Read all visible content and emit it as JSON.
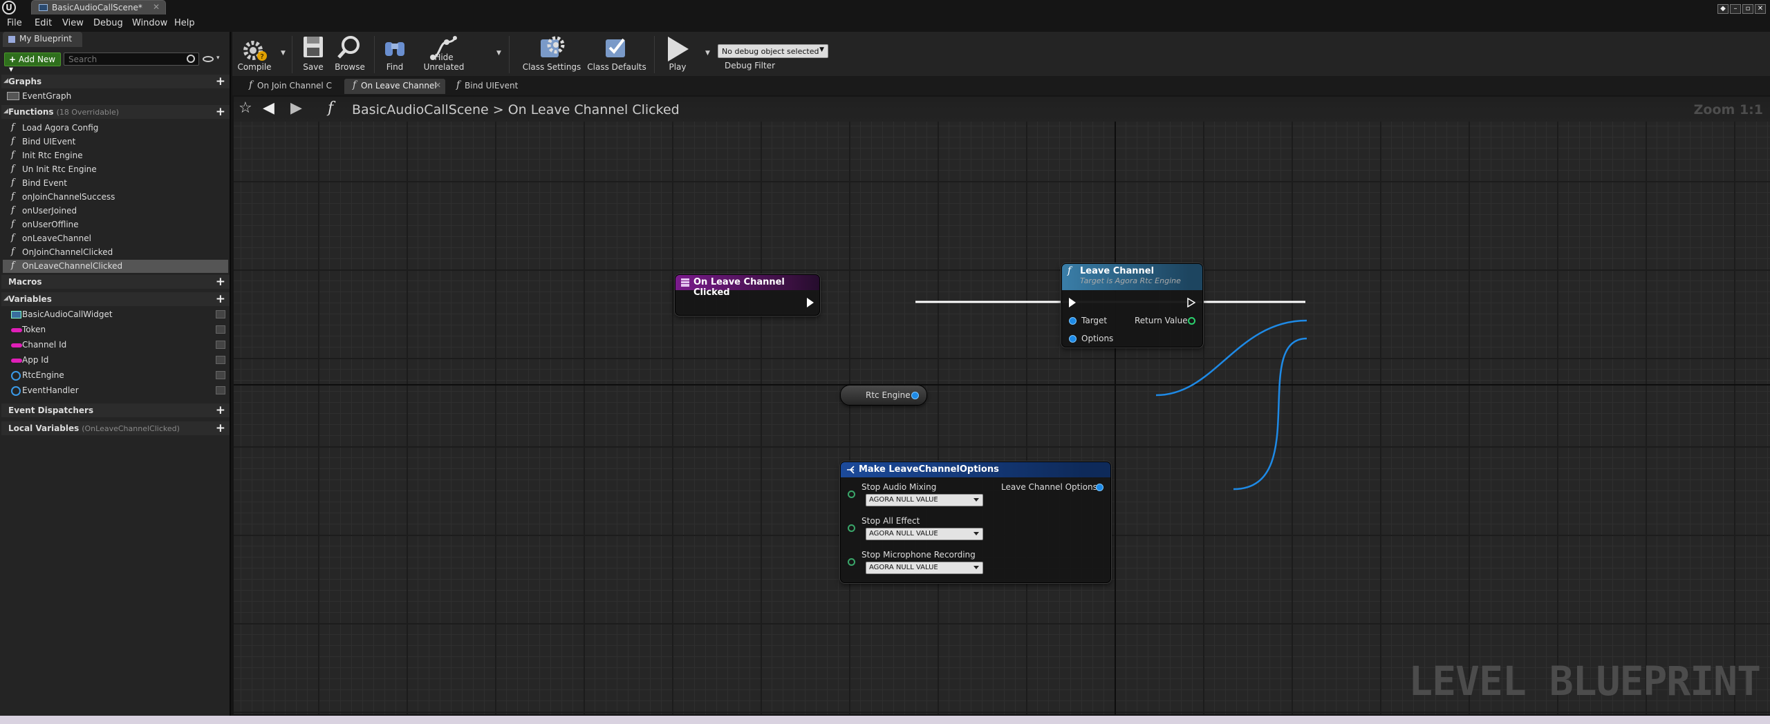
{
  "window": {
    "tab_title": "BasicAudioCallScene*",
    "controls": [
      "◆",
      "–",
      "▫",
      "✕"
    ]
  },
  "menu": [
    "File",
    "Edit",
    "View",
    "Debug",
    "Window",
    "Help"
  ],
  "left_panel": {
    "tab_label": "My Blueprint",
    "add_new": "Add New",
    "search_placeholder": "Search",
    "graphs": {
      "title": "Graphs",
      "items": [
        "EventGraph"
      ]
    },
    "functions": {
      "title": "Functions",
      "count": "(18 Overridable)",
      "items": [
        "Load Agora Config",
        "Bind UIEvent",
        "Init Rtc Engine",
        "Un Init Rtc Engine",
        "Bind Event",
        "onJoinChannelSuccess",
        "onUserJoined",
        "onUserOffline",
        "onLeaveChannel",
        "OnJoinChannelClicked",
        "OnLeaveChannelClicked"
      ],
      "selected": "OnLeaveChannelClicked"
    },
    "macros": {
      "title": "Macros"
    },
    "variables": {
      "title": "Variables",
      "items": [
        {
          "name": "BasicAudioCallWidget",
          "type": "widget",
          "color": "#3a6e9e"
        },
        {
          "name": "Token",
          "type": "string",
          "color": "#e01fb8"
        },
        {
          "name": "Channel Id",
          "type": "string",
          "color": "#e01fb8"
        },
        {
          "name": "App Id",
          "type": "string",
          "color": "#e01fb8"
        },
        {
          "name": "RtcEngine",
          "type": "object",
          "color": "#3a9ae8"
        },
        {
          "name": "EventHandler",
          "type": "object",
          "color": "#3a9ae8"
        }
      ]
    },
    "event_dispatchers": {
      "title": "Event Dispatchers"
    },
    "local_variables": {
      "title": "Local Variables",
      "sub": "(OnLeaveChannelClicked)"
    }
  },
  "toolbar": {
    "compile": "Compile",
    "save": "Save",
    "browse": "Browse",
    "find": "Find",
    "hide_unrelated": "Hide Unrelated",
    "class_settings": "Class Settings",
    "class_defaults": "Class Defaults",
    "play": "Play",
    "debug_select": "No debug object selected",
    "debug_filter": "Debug Filter"
  },
  "graph_tabs": [
    "On Join Channel C",
    "On Leave Channel",
    "Bind UIEvent"
  ],
  "active_graph_tab": 1,
  "breadcrumb": {
    "root": "BasicAudioCallScene",
    "separator": ">",
    "current": "On Leave Channel Clicked",
    "zoom": "Zoom 1:1"
  },
  "graph": {
    "watermark": "LEVEL BLUEPRINT",
    "event_node": {
      "title": "On Leave Channel Clicked",
      "color": "#7a1b8c"
    },
    "leave_node": {
      "title": "Leave Channel",
      "subtitle": "Target is Agora Rtc Engine",
      "pin_target": "Target",
      "pin_options": "Options",
      "pin_return": "Return Value",
      "color": "#3a7ea8"
    },
    "var_node": {
      "label": "Rtc Engine"
    },
    "make_node": {
      "title": "Make LeaveChannelOptions",
      "color": "#1c4a9a",
      "output": "Leave Channel Options",
      "inputs": [
        {
          "label": "Stop Audio Mixing",
          "value": "AGORA NULL VALUE"
        },
        {
          "label": "Stop All Effect",
          "value": "AGORA NULL VALUE"
        },
        {
          "label": "Stop Microphone Recording",
          "value": "AGORA NULL VALUE"
        }
      ]
    }
  }
}
